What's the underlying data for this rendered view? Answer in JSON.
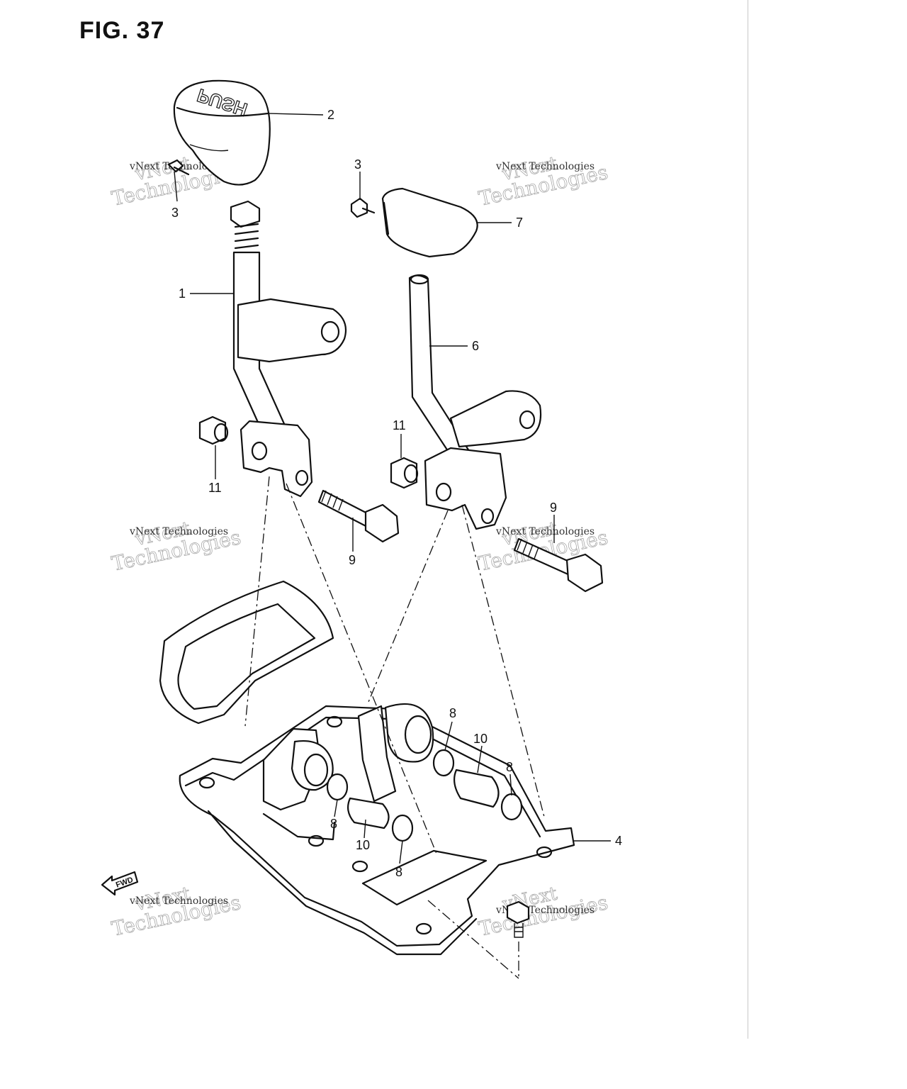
{
  "figure": {
    "title": "FIG. 37"
  },
  "parts": [
    {
      "id": "1",
      "label": "1"
    },
    {
      "id": "2",
      "label": "2"
    },
    {
      "id": "3a",
      "label": "3"
    },
    {
      "id": "3b",
      "label": "3"
    },
    {
      "id": "4",
      "label": "4"
    },
    {
      "id": "6",
      "label": "6"
    },
    {
      "id": "7",
      "label": "7"
    },
    {
      "id": "8a",
      "label": "8"
    },
    {
      "id": "8b",
      "label": "8"
    },
    {
      "id": "8c",
      "label": "8"
    },
    {
      "id": "8d",
      "label": "8"
    },
    {
      "id": "9a",
      "label": "9"
    },
    {
      "id": "9b",
      "label": "9"
    },
    {
      "id": "10a",
      "label": "10"
    },
    {
      "id": "10b",
      "label": "10"
    },
    {
      "id": "11a",
      "label": "11"
    },
    {
      "id": "11b",
      "label": "11"
    }
  ],
  "knob_text": "PUSH",
  "direction_marker": "FWD",
  "watermark": {
    "line1": "vNext",
    "line2": "Technologies",
    "small": "vNext Technologies"
  }
}
